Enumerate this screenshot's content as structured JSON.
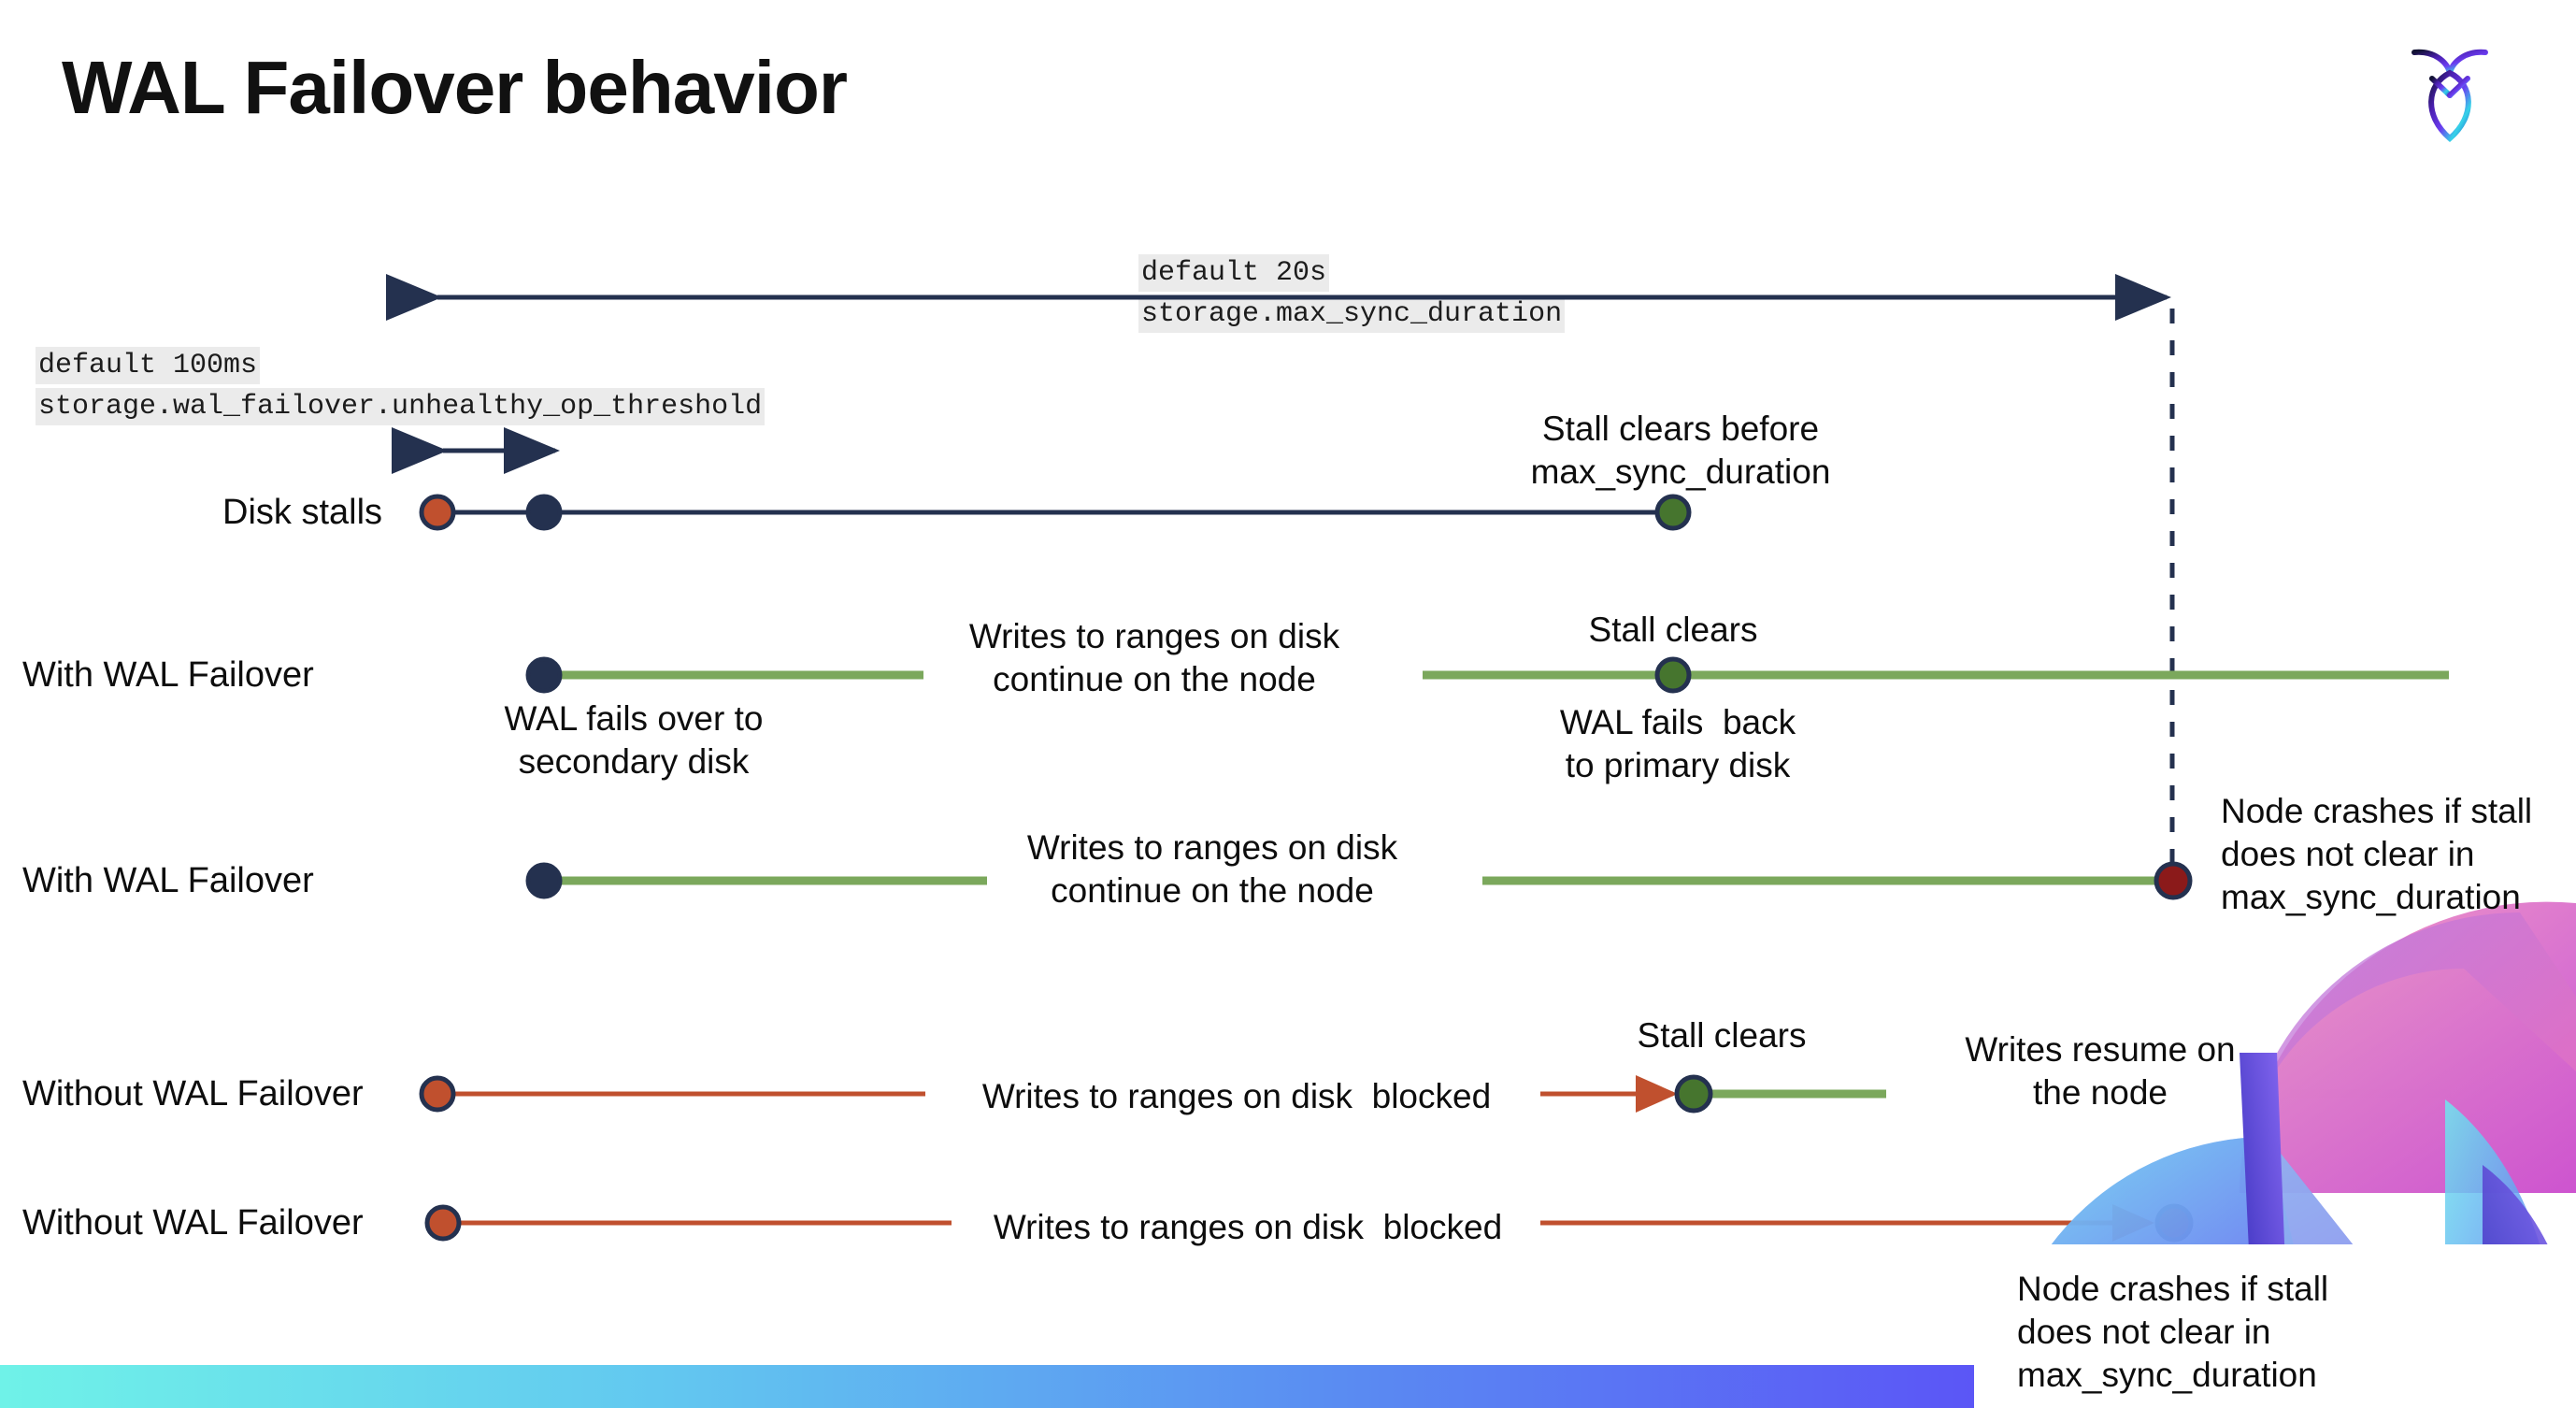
{
  "slide": {
    "title": "WAL Failover behavior",
    "logo_icon": "cockroachdb-logo-icon",
    "background": "#ffffff"
  },
  "colors": {
    "navy": "#24314f",
    "green_line": "#7ba85c",
    "green_dot": "#46752e",
    "orange": "#c0502e",
    "dark_red": "#8b1a1a",
    "code_bg": "#ebebeb",
    "text": "#0d0d0d"
  },
  "annotations": {
    "max_sync": {
      "default": "default 20s",
      "setting": "storage.max_sync_duration"
    },
    "unhealthy_op": {
      "default": "default 100ms",
      "setting": "storage.wal_failover.unhealthy_op_threshold"
    }
  },
  "rows": [
    {
      "id": "disk-stalls",
      "label": "Disk stalls",
      "note_above": "Stall clears before\nmax_sync_duration",
      "line_color": "#24314f",
      "markers": [
        "orange-start-dot",
        "navy-dot",
        "green-clear-dot"
      ]
    },
    {
      "id": "with-wal-failover-1",
      "label": "With WAL Failover",
      "note_mid": "Writes to ranges on disk\ncontinue on the node",
      "note_below_start": "WAL fails over to\nsecondary disk",
      "note_above_clear": "Stall clears",
      "note_below_clear": "WAL fails  back\nto primary disk",
      "line_color": "#7ba85c",
      "markers": [
        "navy-dot",
        "green-clear-dot"
      ]
    },
    {
      "id": "with-wal-failover-2",
      "label": "With WAL Failover",
      "note_mid": "Writes to ranges on disk\ncontinue on the node",
      "note_right": "Node crashes if stall\ndoes not clear in\nmax_sync_duration",
      "line_color": "#7ba85c",
      "markers": [
        "navy-dot",
        "dark-red-crash-dot"
      ]
    },
    {
      "id": "without-wal-failover-1",
      "label": "Without WAL Failover",
      "note_mid": "Writes to ranges on disk  blocked",
      "note_above_clear": "Stall clears",
      "note_right": "Writes resume on\nthe node",
      "line_color": "#c0502e",
      "markers": [
        "orange-start-dot",
        "green-clear-dot"
      ]
    },
    {
      "id": "without-wal-failover-2",
      "label": "Without WAL Failover",
      "note_mid": "Writes to ranges on disk  blocked",
      "note_right": "Node crashes if stall\ndoes not clear in\nmax_sync_duration",
      "line_color": "#c0502e",
      "markers": [
        "orange-start-dot",
        "dark-red-crash-dot"
      ]
    }
  ],
  "chart_data": {
    "type": "timeline",
    "title": "WAL Failover behavior",
    "xlabel": "",
    "ylabel": "",
    "time_span_label": "storage.max_sync_duration",
    "time_span_default": "default 20s",
    "threshold_label": "storage.wal_failover.unhealthy_op_threshold",
    "threshold_default": "default 100ms",
    "lanes": [
      {
        "name": "Disk stalls",
        "stall_start": 0,
        "failover_at": 0.1,
        "stall_clear": 0.85,
        "crashes": false
      },
      {
        "name": "With WAL Failover",
        "stall_start": 0,
        "failover_at": 0.1,
        "stall_clear": 0.85,
        "crashes": false
      },
      {
        "name": "With WAL Failover",
        "stall_start": 0,
        "failover_at": 0.1,
        "stall_clear": null,
        "crashes": true
      },
      {
        "name": "Without WAL Failover",
        "stall_start": 0,
        "failover_at": null,
        "stall_clear": 0.87,
        "crashes": false
      },
      {
        "name": "Without WAL Failover",
        "stall_start": 0,
        "failover_at": null,
        "stall_clear": null,
        "crashes": true
      }
    ]
  }
}
